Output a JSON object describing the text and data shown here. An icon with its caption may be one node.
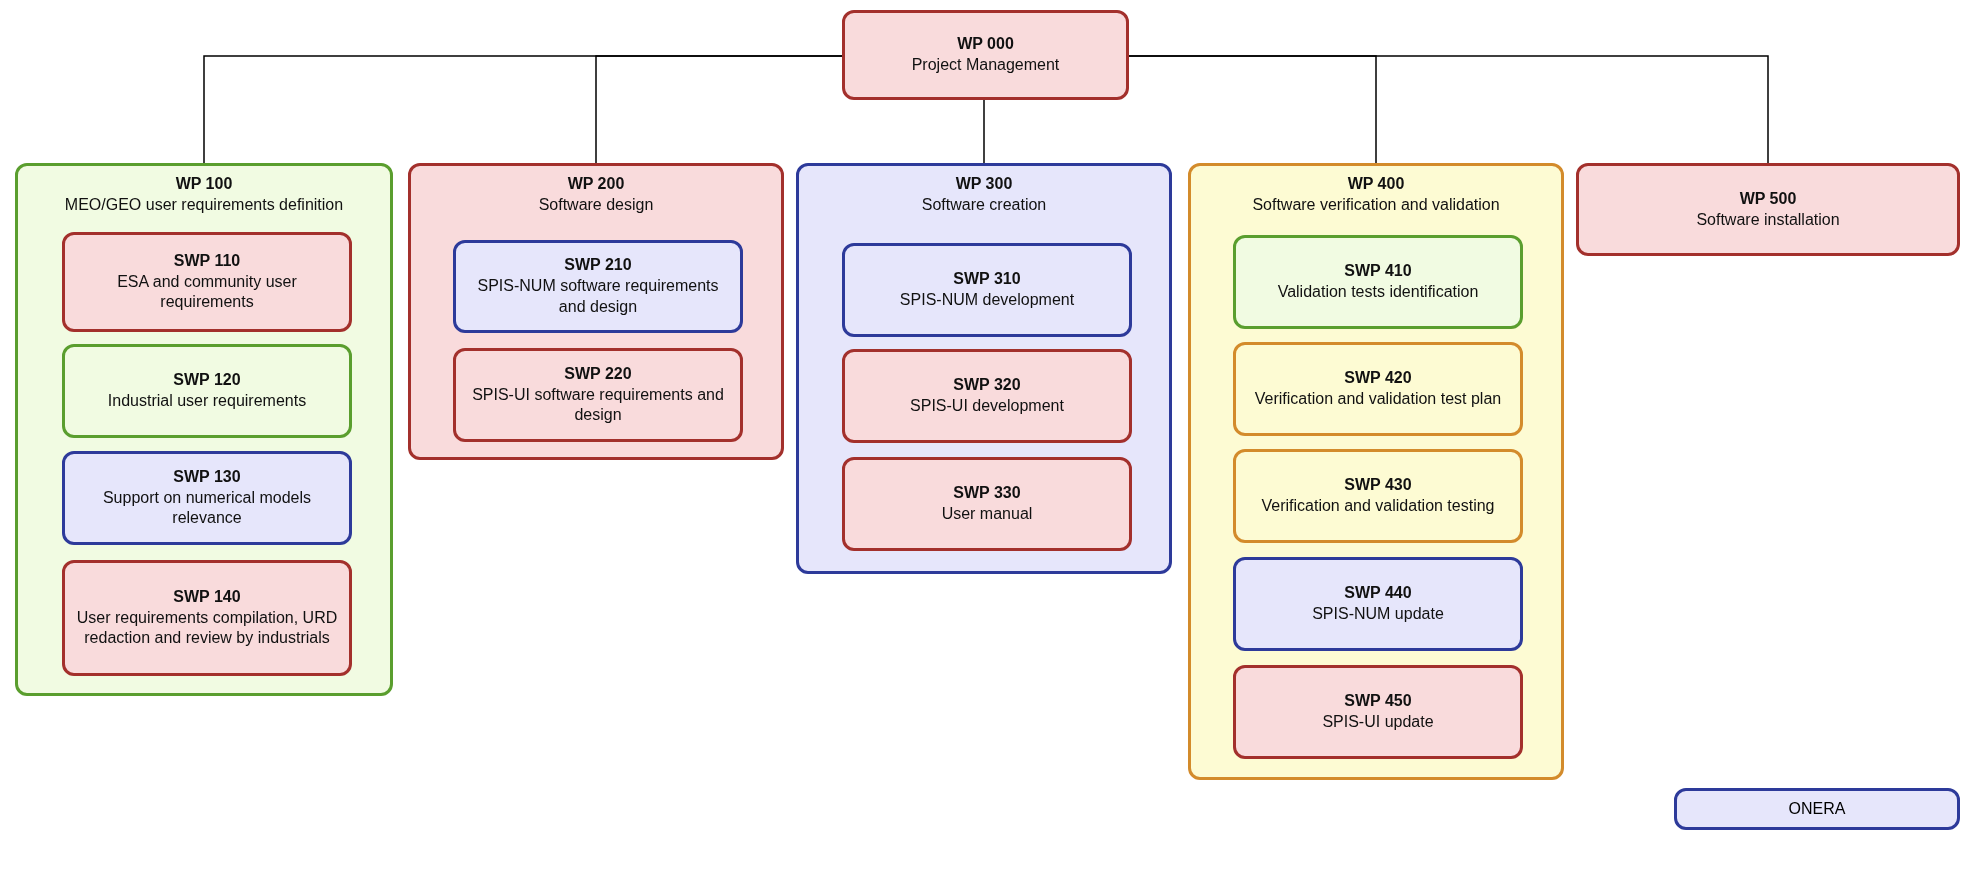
{
  "diagram": {
    "nodes": [
      {
        "text": [
          "WP 000",
          "Project Management"
        ]
      },
      {
        "text": [
          "WP 100",
          "MEO/GEO user requirements definition"
        ]
      },
      {
        "text": [
          "SWP 110",
          "ESA and community user requirements"
        ],
        "in": 1
      },
      {
        "text": [
          "SWP 120",
          "Industrial user requirements"
        ],
        "in": 1
      },
      {
        "text": [
          "SWP 130",
          "Support on numerical models relevance"
        ],
        "in": 1
      },
      {
        "text": [
          "SWP 140",
          "User requirements compilation, URD redaction and review by industrials"
        ],
        "in": 1
      },
      {
        "text": [
          "WP 200",
          "Software design"
        ]
      },
      {
        "text": [
          "SWP 210",
          "SPIS-NUM software requirements and design"
        ],
        "in": 6
      },
      {
        "text": [
          "SWP 220",
          "SPIS-UI software requirements and design"
        ],
        "in": 6
      },
      {
        "text": [
          "WP 300",
          "Software creation"
        ]
      },
      {
        "text": [
          "SWP 310",
          "SPIS-NUM development"
        ],
        "in": 9
      },
      {
        "text": [
          "SWP 320",
          "SPIS-UI development"
        ],
        "in": 9
      },
      {
        "text": [
          "SWP 330",
          "User manual"
        ],
        "in": 9
      },
      {
        "text": [
          "WP 400",
          "Software verification and validation"
        ]
      },
      {
        "text": [
          "SWP 410",
          "Validation tests identification"
        ],
        "in": 13
      },
      {
        "text": [
          "SWP 420",
          "Verification and validation test plan"
        ],
        "in": 13
      },
      {
        "text": [
          "SWP 430",
          "Verification and validation testing"
        ],
        "in": 13
      },
      {
        "text": [
          "SWP 440",
          "SPIS-NUM update"
        ],
        "in": 13
      },
      {
        "text": [
          "SWP 450",
          "SPIS-UI update"
        ],
        "in": 13
      },
      {
        "text": [
          "WP 500",
          "Software installation"
        ]
      }
    ],
    "edges": [
      {
        "from": 0,
        "to": 1,
        "arrow": "none"
      },
      {
        "from": 0,
        "to": 6,
        "arrow": "none"
      },
      {
        "from": 0,
        "to": 9,
        "arrow": "none"
      },
      {
        "from": 0,
        "to": 13,
        "arrow": "none"
      },
      {
        "from": 0,
        "to": 19,
        "arrow": "none"
      }
    ],
    "legend": [
      {
        "text": "ONERA",
        "color": "#e6e6fb"
      }
    ]
  }
}
